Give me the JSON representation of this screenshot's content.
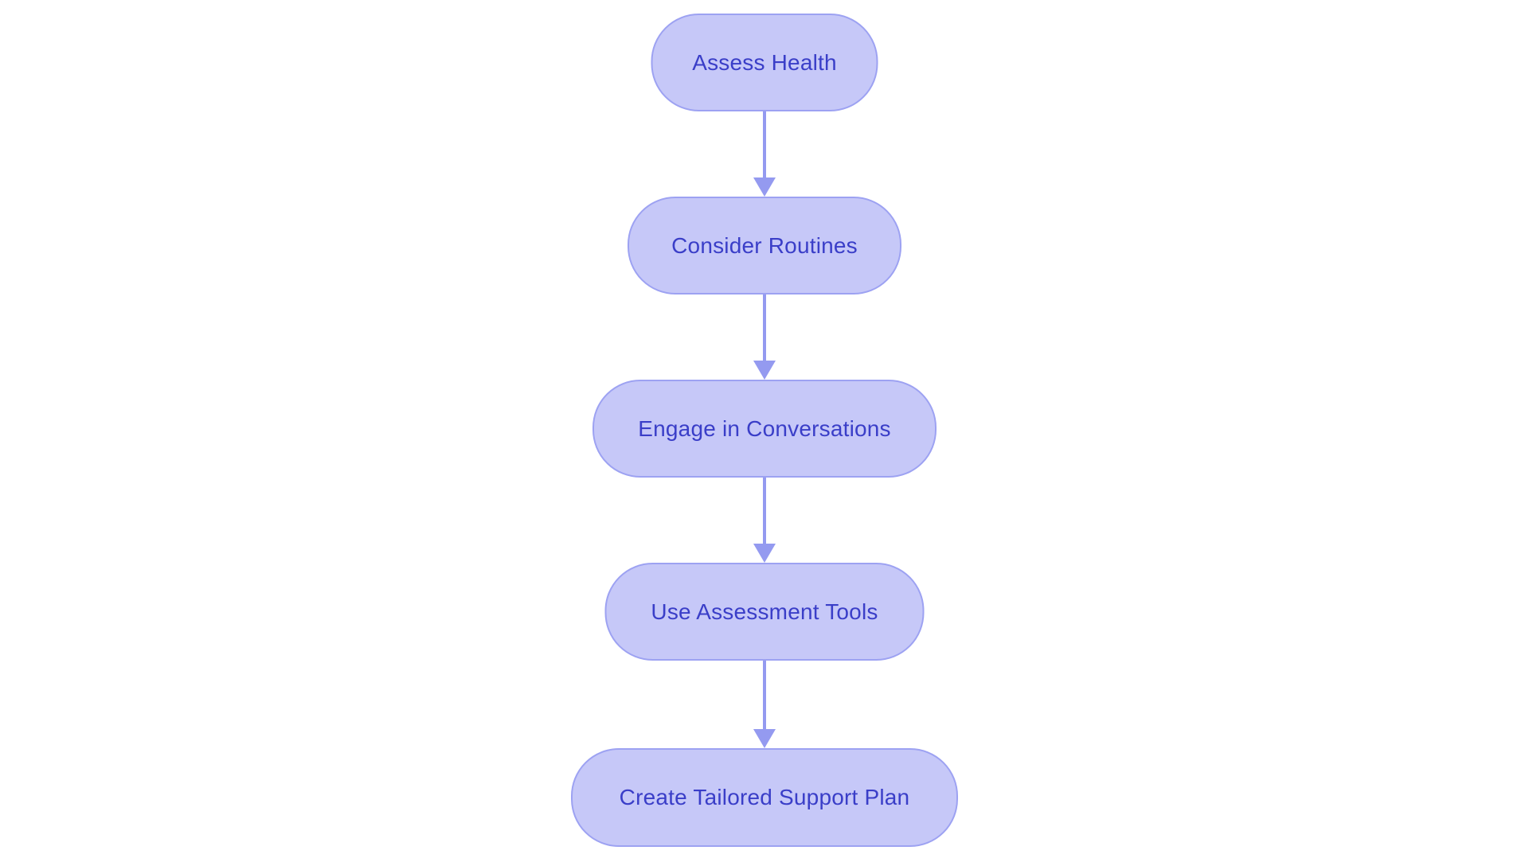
{
  "diagram": {
    "type": "flowchart",
    "direction": "top-down",
    "nodes": [
      {
        "id": "step-1",
        "label": "Assess Health"
      },
      {
        "id": "step-2",
        "label": "Consider Routines"
      },
      {
        "id": "step-3",
        "label": "Engage in Conversations"
      },
      {
        "id": "step-4",
        "label": "Use Assessment Tools"
      },
      {
        "id": "step-5",
        "label": "Create Tailored Support Plan"
      }
    ],
    "edges": [
      {
        "from": "step-1",
        "to": "step-2"
      },
      {
        "from": "step-2",
        "to": "step-3"
      },
      {
        "from": "step-3",
        "to": "step-4"
      },
      {
        "from": "step-4",
        "to": "step-5"
      }
    ]
  },
  "colors": {
    "background": "#ffffff",
    "node_fill": "#c6c8f8",
    "node_border": "#9da2f2",
    "node_text": "#3a3ec8",
    "arrow": "#949af0"
  }
}
